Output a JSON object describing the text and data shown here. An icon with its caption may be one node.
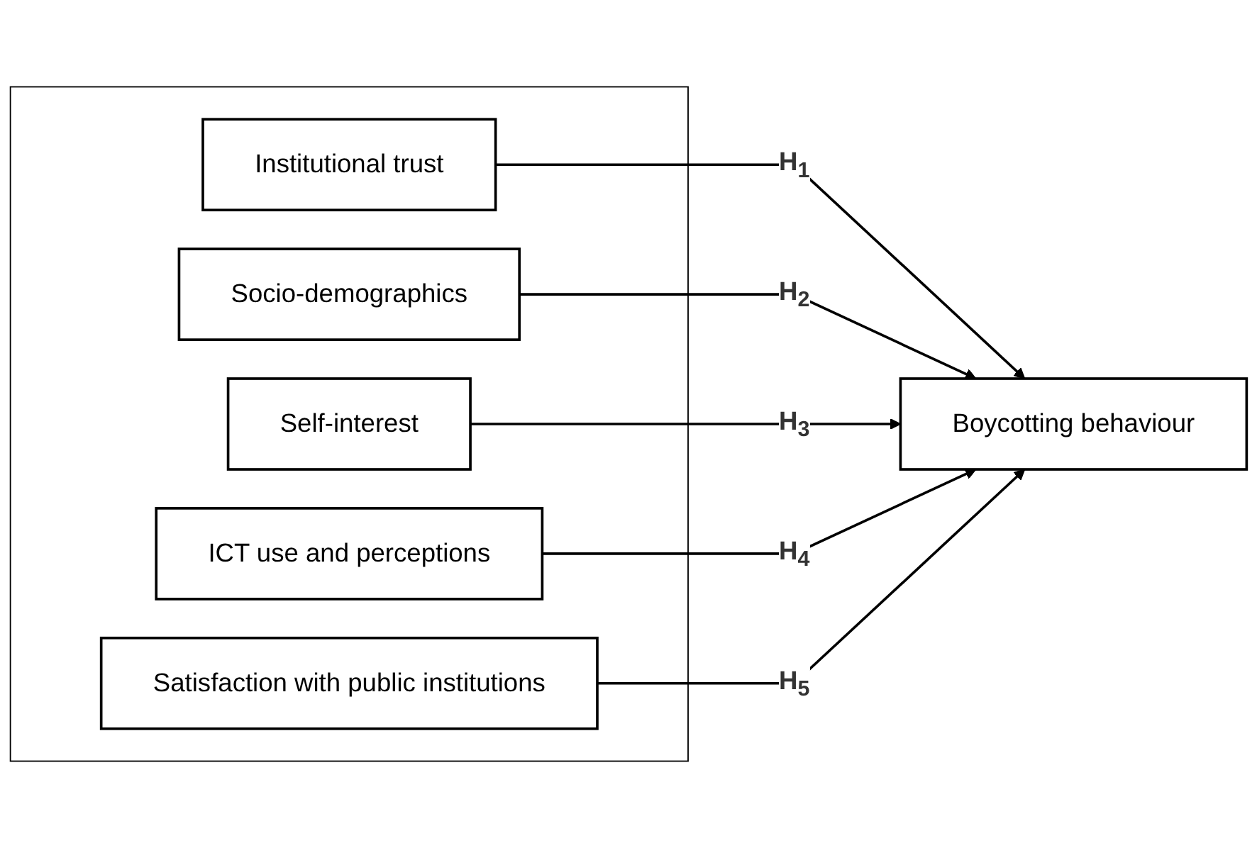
{
  "diagram": {
    "nodes": [
      {
        "text": [],
        "shape": "box"
      },
      {
        "text": [
          "Institutional trust"
        ],
        "in": 0
      },
      {
        "text": [
          "Socio-demographics"
        ],
        "in": 0
      },
      {
        "text": [
          "Self-interest"
        ],
        "in": 0
      },
      {
        "text": [
          "ICT use and perceptions"
        ],
        "in": 0
      },
      {
        "text": [
          "Satisfaction with public institutions"
        ],
        "in": 0
      },
      {
        "text": [
          "Boycotting behaviour"
        ]
      }
    ],
    "edges": [
      {
        "from": 1,
        "to": 6,
        "arrow": "to",
        "label": "H$_{1}$"
      },
      {
        "from": 2,
        "to": 6,
        "arrow": "to",
        "label": "H$_{2}$"
      },
      {
        "from": 3,
        "to": 6,
        "arrow": "to",
        "label": "H$_{3}$"
      },
      {
        "from": 4,
        "to": 6,
        "arrow": "to",
        "label": "H$_{4}$"
      },
      {
        "from": 5,
        "to": 6,
        "arrow": "to",
        "label": "H$_{5}$"
      }
    ]
  }
}
